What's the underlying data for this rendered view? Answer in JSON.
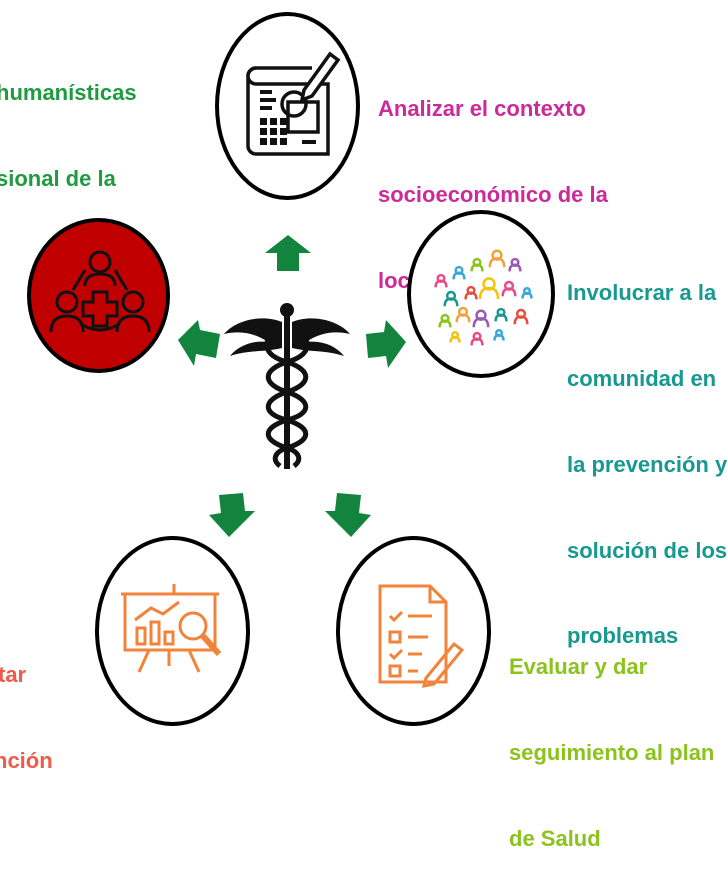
{
  "labels": {
    "top_left": [
      "humanísticas",
      "sional de la"
    ],
    "top_right": [
      "Analizar el contexto",
      "socioeconómico de la",
      "localidad"
    ],
    "right": [
      "Involucrar a la",
      "comunidad en",
      "la prevención y",
      "solución de los",
      "problemas"
    ],
    "bottom_left": [
      "tar",
      "nción"
    ],
    "bottom_right": [
      "Evaluar y dar",
      "seguimiento al plan",
      "de Salud"
    ]
  },
  "colors": {
    "top_left": "#1f9a3f",
    "top_right": "#cc2a9a",
    "right": "#17998f",
    "bottom_left": "#ef5a4a",
    "bottom_right": "#8cc21c",
    "arrow": "#13843d",
    "red_circle": "#c00000",
    "orange_icon": "#f2833a"
  },
  "icons": {
    "top": "blueprint-pencil-icon",
    "left": "medical-team-icon",
    "right": "community-people-icon",
    "center": "caduceus-icon",
    "bottom_left": "presentation-chart-icon",
    "bottom_right": "checklist-edit-icon"
  }
}
